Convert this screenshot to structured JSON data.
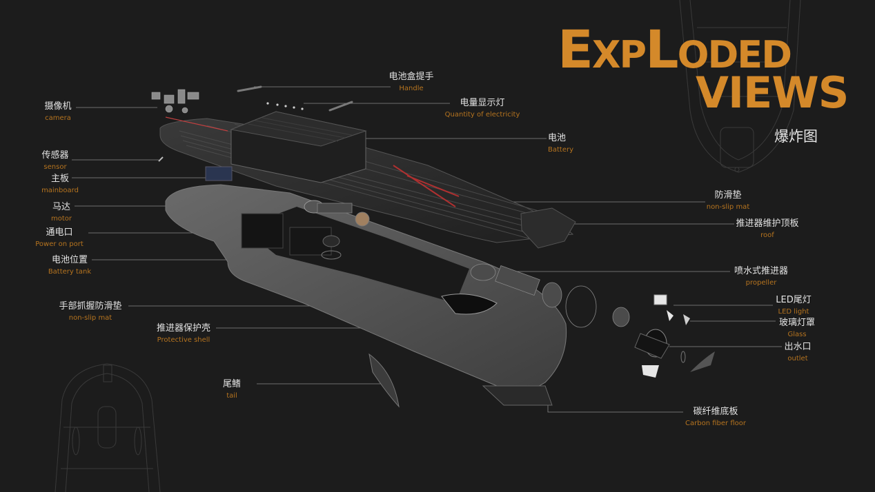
{
  "title": {
    "line1_big": "E",
    "line1_mid": "XP",
    "line1_big2": "L",
    "line1_rest": "ODED",
    "line2": "VIEWS",
    "subtitle": "爆炸图"
  },
  "colors": {
    "background": "#1c1c1c",
    "accent": "#d4892a",
    "label_cn": "#e4e4e4",
    "label_en": "#b6741f",
    "leader": "#8a8a8a",
    "part": "#5d5d5d"
  },
  "labels": {
    "handle": {
      "cn": "电池盒提手",
      "en": "Handle"
    },
    "electricity": {
      "cn": "电量显示灯",
      "en": "Quantity of electricity"
    },
    "battery": {
      "cn": "电池",
      "en": "Battery"
    },
    "camera": {
      "cn": "摄像机",
      "en": "camera"
    },
    "sensor": {
      "cn": "传感器",
      "en": "sensor"
    },
    "mainboard": {
      "cn": "主板",
      "en": "mainboard"
    },
    "motor": {
      "cn": "马达",
      "en": "motor"
    },
    "power_port": {
      "cn": "通电口",
      "en": "Power on port"
    },
    "battery_tank": {
      "cn": "电池位置",
      "en": "Battery tank"
    },
    "grip_mat": {
      "cn": "手部抓握防滑垫",
      "en": "non-slip mat"
    },
    "shell": {
      "cn": "推进器保护壳",
      "en": "Protective shell"
    },
    "tail": {
      "cn": "尾鳍",
      "en": "tail"
    },
    "nonslip": {
      "cn": "防滑垫",
      "en": "non-slip mat"
    },
    "roof": {
      "cn": "推进器维护顶板",
      "en": "roof"
    },
    "propeller": {
      "cn": "喷水式推进器",
      "en": "propeller"
    },
    "led": {
      "cn": "LED尾灯",
      "en": "LED light"
    },
    "glass": {
      "cn": "玻璃灯罩",
      "en": "Glass"
    },
    "outlet": {
      "cn": "出水口",
      "en": "outlet"
    },
    "floor": {
      "cn": "碳纤维底板",
      "en": "Carbon fiber floor"
    }
  }
}
